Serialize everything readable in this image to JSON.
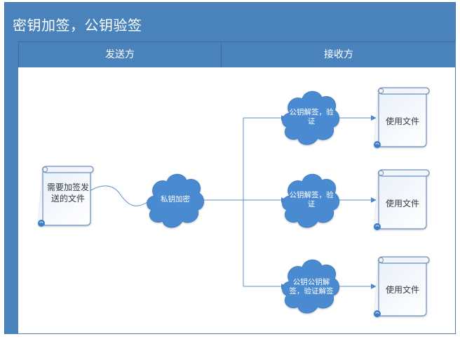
{
  "diagram": {
    "title": "密钥加签，公钥验签",
    "lanes": [
      {
        "id": "sender",
        "label": "发送方"
      },
      {
        "id": "receiver",
        "label": "接收方"
      }
    ],
    "nodes": {
      "source_doc": {
        "type": "document",
        "label": "需要加签发送的文件"
      },
      "sign_cloud": {
        "type": "cloud",
        "label": "私钥加密"
      },
      "verify_cloud_1": {
        "type": "cloud",
        "label": "公钥解签，验证"
      },
      "verify_cloud_2": {
        "type": "cloud",
        "label": "公钥解签，验证"
      },
      "verify_cloud_3": {
        "type": "cloud",
        "label": "公钥公钥解签，验证解签"
      },
      "use_doc_1": {
        "type": "document",
        "label": "使用文件"
      },
      "use_doc_2": {
        "type": "document",
        "label": "使用文件"
      },
      "use_doc_3": {
        "type": "document",
        "label": "使用文件"
      }
    },
    "edges": [
      {
        "from": "source_doc",
        "to": "sign_cloud",
        "style": "curve"
      },
      {
        "from": "sign_cloud",
        "to": "verify_cloud_1",
        "style": "elbow-arrow"
      },
      {
        "from": "sign_cloud",
        "to": "verify_cloud_2",
        "style": "arrow"
      },
      {
        "from": "sign_cloud",
        "to": "verify_cloud_3",
        "style": "elbow-arrow"
      },
      {
        "from": "verify_cloud_1",
        "to": "use_doc_1",
        "style": "arrow"
      },
      {
        "from": "verify_cloud_2",
        "to": "use_doc_2",
        "style": "arrow"
      },
      {
        "from": "verify_cloud_3",
        "to": "use_doc_3",
        "style": "arrow"
      }
    ],
    "colors": {
      "header_fill": "#4a83bb",
      "cloud_fill": "#4a8ad0",
      "line": "#5b8ec4",
      "doc_border": "#6a8fbe"
    }
  }
}
